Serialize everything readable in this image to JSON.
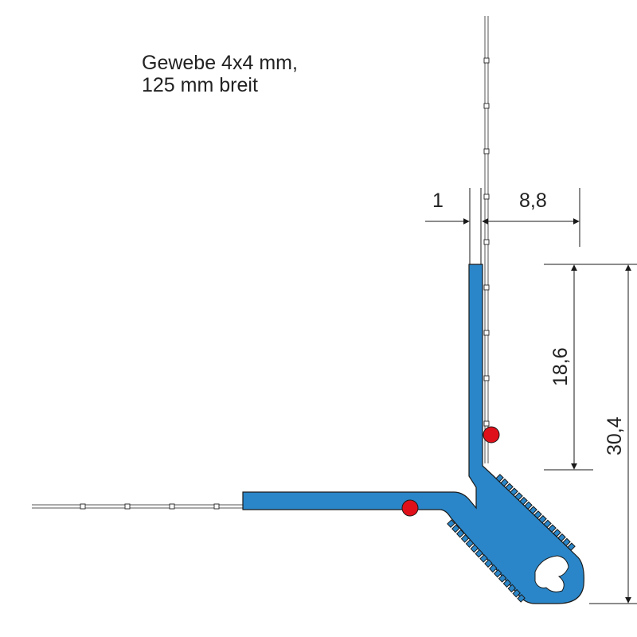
{
  "annotation": {
    "line1": "Gewebe 4x4 mm,",
    "line2": "125 mm breit"
  },
  "dimensions": {
    "thickness": "1",
    "flange_offset": "8,8",
    "upper_height": "18,6",
    "total_height": "30,4"
  },
  "colors": {
    "profile": "#2a86c8",
    "profile_outline": "#1a1a1a",
    "marker": "#e0101a",
    "mesh": "#555555",
    "dimension_lines": "#1a1a1a"
  }
}
